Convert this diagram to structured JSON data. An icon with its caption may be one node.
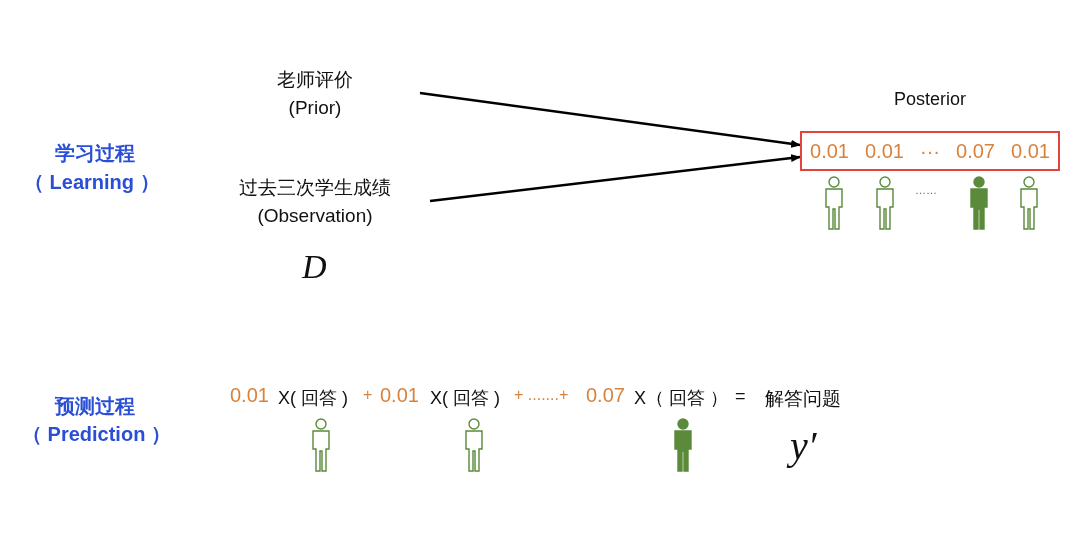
{
  "diagram": {
    "nodes": [
      {
        "text": [
          "老师评价",
          "(Prior)"
        ]
      },
      {
        "text": [
          "过去三次学生成绩",
          "(Observation)"
        ]
      },
      {
        "text": [
          "Posterior",
          "0.01",
          "0.01",
          "···",
          "0.07",
          "0.01"
        ]
      }
    ],
    "edges": [
      {
        "from": 0,
        "to": 2,
        "arrow": "to"
      },
      {
        "from": 1,
        "to": 2,
        "arrow": "to"
      }
    ],
    "labels": [
      "学习过程",
      "（ Learning ）",
      "D",
      "……",
      "预测过程",
      "（ Prediction ）",
      "0.01",
      "X( 回答 )",
      "+",
      "0.01",
      "X( 回答 )",
      "+ .......+",
      "0.07",
      "X（ 回答 ）",
      "=",
      "解答问题",
      "y′"
    ]
  }
}
